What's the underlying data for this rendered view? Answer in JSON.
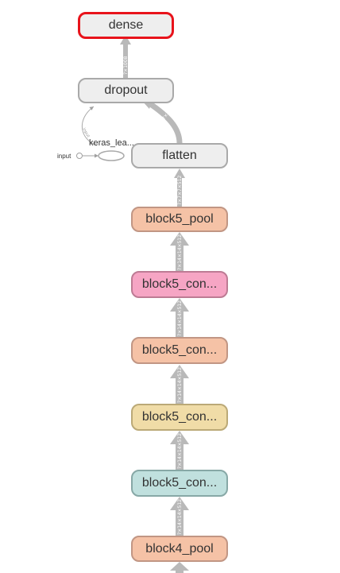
{
  "nodes": [
    {
      "id": "dense",
      "label": "dense",
      "fill": "#eeeeee",
      "stroke": "#e8131b",
      "selected": true
    },
    {
      "id": "dropout",
      "label": "dropout",
      "fill": "#eeeeee",
      "stroke": "#a9a9a9"
    },
    {
      "id": "flatten",
      "label": "flatten",
      "fill": "#eeeeee",
      "stroke": "#a9a9a9"
    },
    {
      "id": "block5_pool",
      "label": "block5_pool",
      "fill": "#f5c2a6",
      "stroke": "#c19684"
    },
    {
      "id": "block5_conv3",
      "label": "block5_con...",
      "fill": "#f6a5c4",
      "stroke": "#bd7b94"
    },
    {
      "id": "block5_conv2",
      "label": "block5_con...",
      "fill": "#f5c2a6",
      "stroke": "#c19684"
    },
    {
      "id": "block5_conv1",
      "label": "block5_con...",
      "fill": "#f0dca7",
      "stroke": "#bba977"
    },
    {
      "id": "block5_conv0",
      "label": "block5_con...",
      "fill": "#c0e0de",
      "stroke": "#87a8a6"
    },
    {
      "id": "block4_pool",
      "label": "block4_pool",
      "fill": "#f5c2a6",
      "stroke": "#c19684"
    }
  ],
  "edges": [
    {
      "label": "?×1008",
      "rotated": true
    },
    {
      "label": "?×25088",
      "rotated": true
    },
    {
      "label": "?×7×7×512",
      "rotated": true
    },
    {
      "label": "?×14×14×512",
      "rotated": true
    },
    {
      "label": "?×14×14×512",
      "rotated": true
    },
    {
      "label": "?×14×14×512",
      "rotated": true
    },
    {
      "label": "?×14×14×512",
      "rotated": true
    },
    {
      "label": "?×14×14×512",
      "rotated": true
    }
  ],
  "aux": {
    "keras_label": "keras_lea...",
    "input_label": "input",
    "input_edge_label": "input"
  },
  "colors": {
    "edge": "#b9b9b9",
    "edge_text": "#ffffff",
    "selected_stroke": "#e8131b",
    "default_fill": "#eeeeee",
    "default_stroke": "#a9a9a9"
  }
}
